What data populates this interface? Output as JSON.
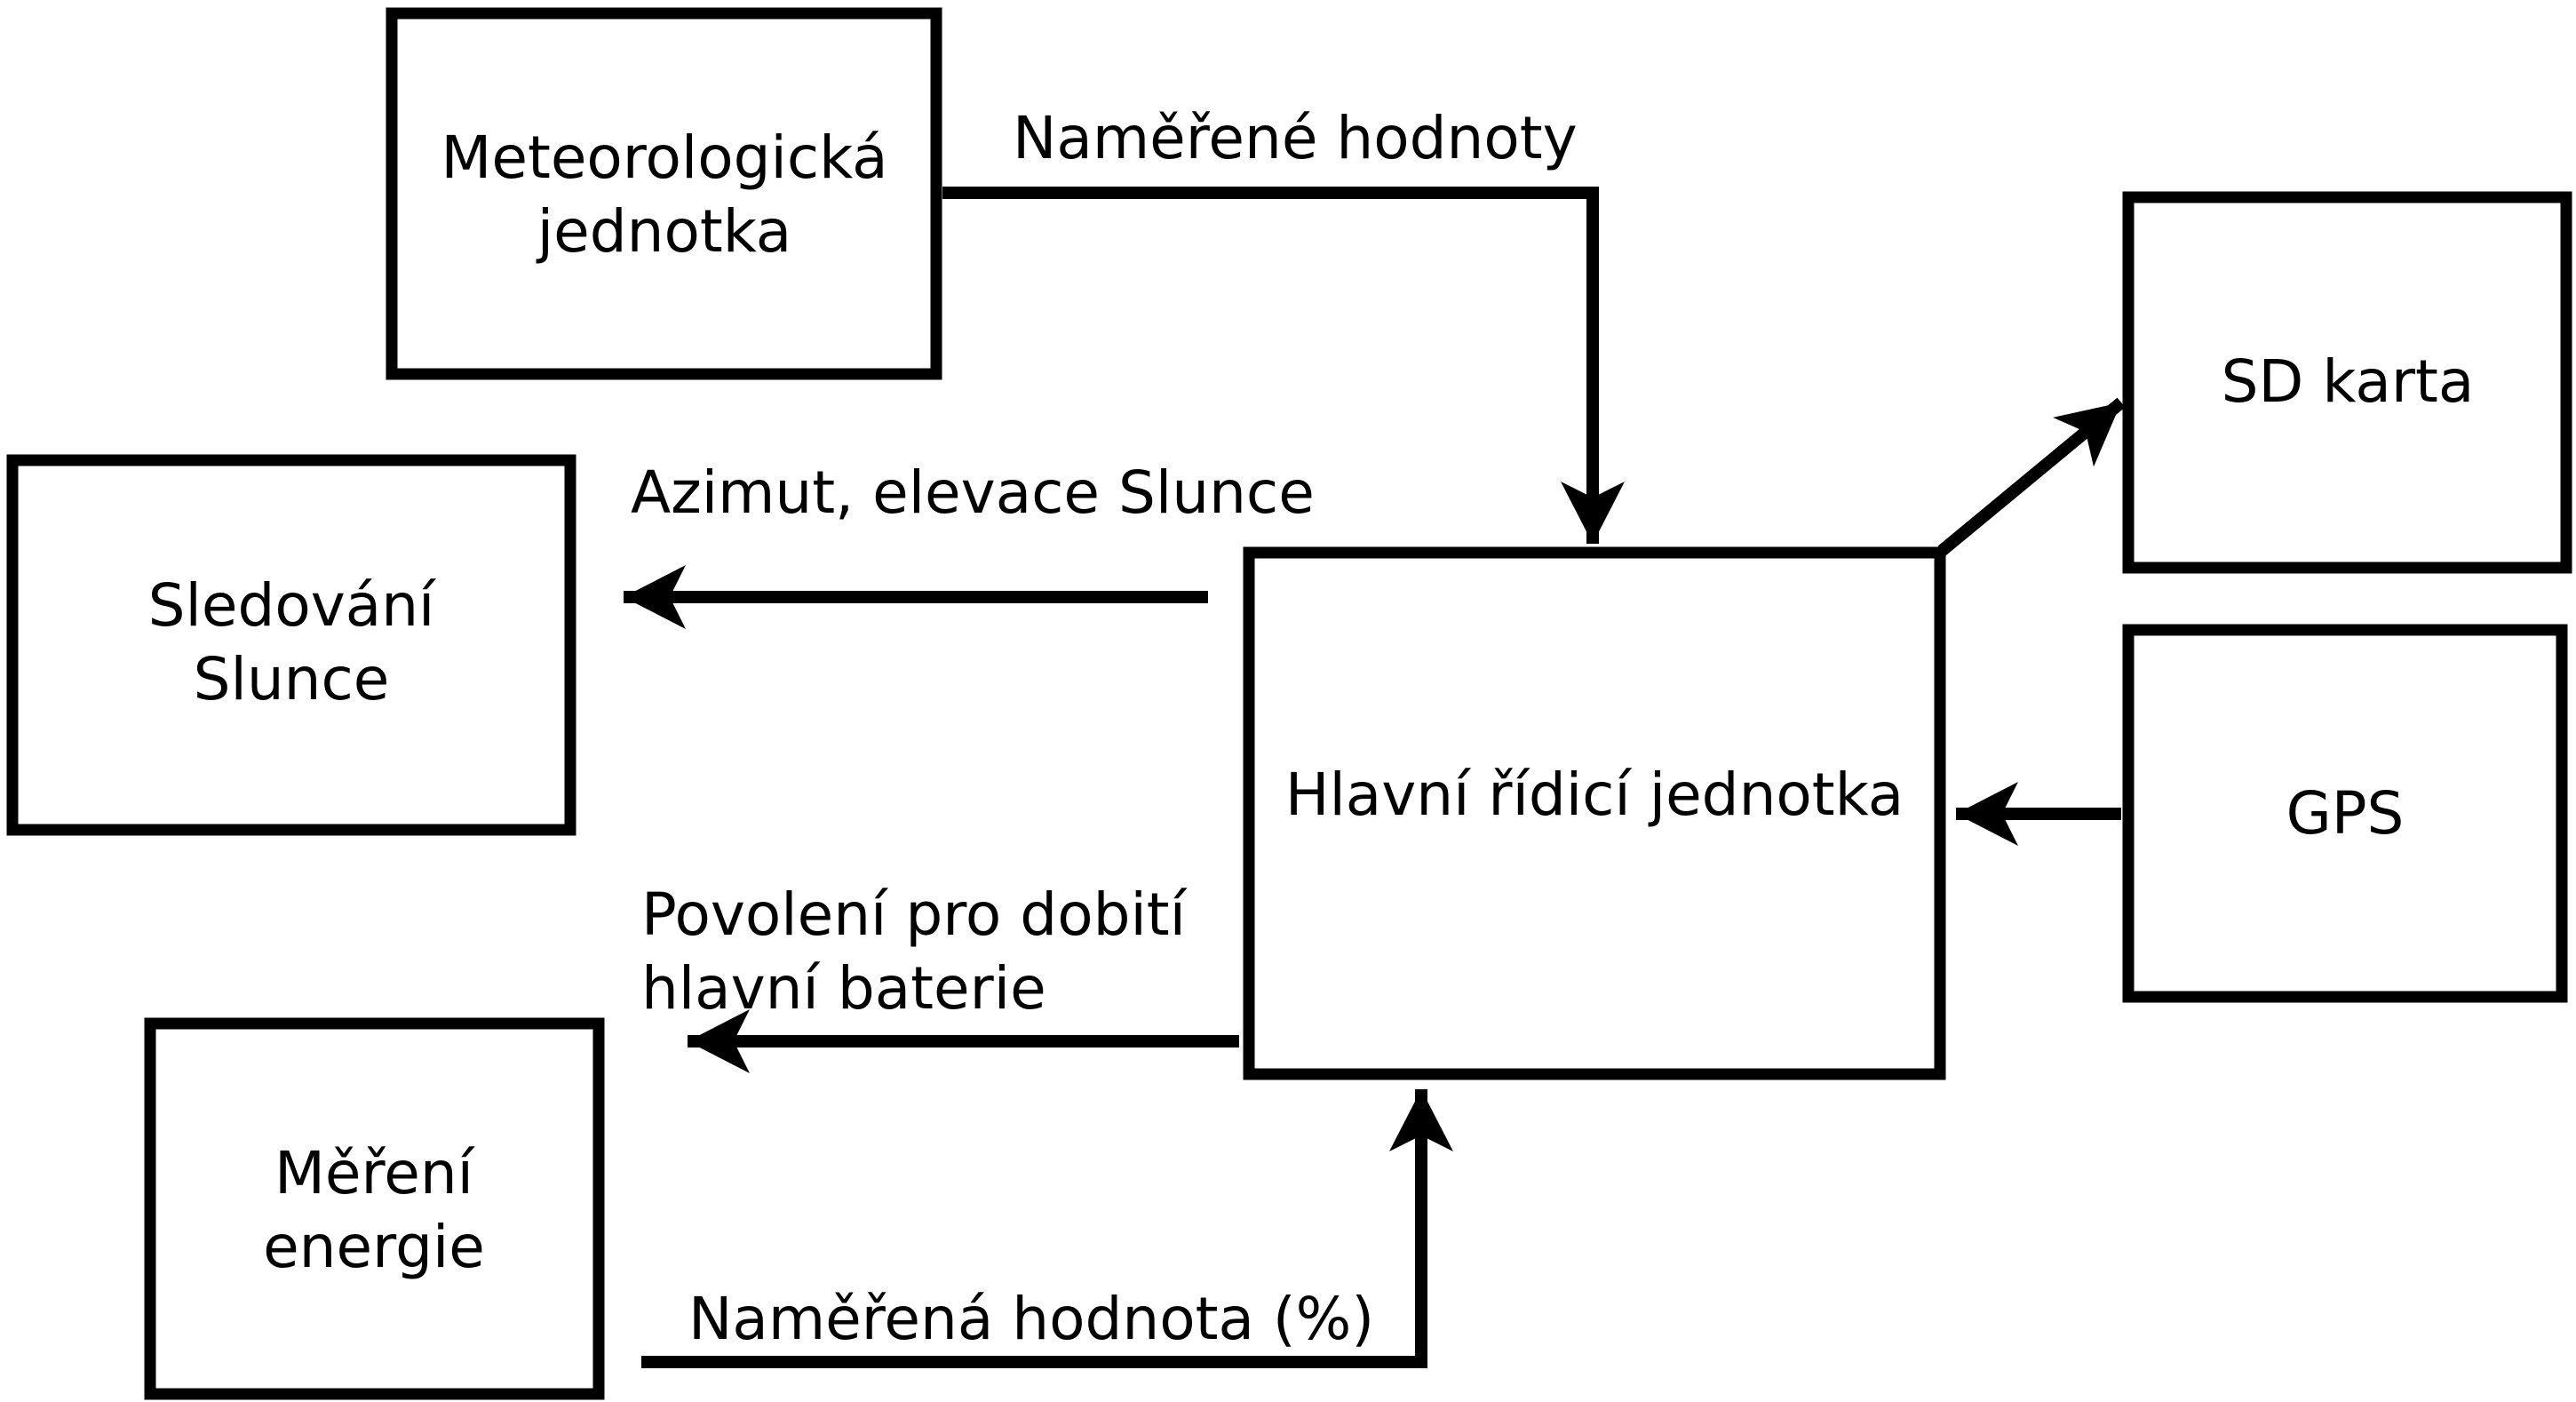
{
  "diagram": {
    "colors": {
      "background": "#ffffff",
      "stroke": "#000000",
      "text": "#000000"
    },
    "boxes": {
      "meteo": {
        "lines": [
          "Meteorologická",
          "jednotka"
        ]
      },
      "sd": {
        "lines": [
          "SD karta"
        ]
      },
      "sled": {
        "lines": [
          "Sledování",
          "Slunce"
        ]
      },
      "hlavni": {
        "lines": [
          "Hlavní řídicí jednotka"
        ]
      },
      "gps": {
        "lines": [
          "GPS"
        ]
      },
      "mereni": {
        "lines": [
          "Měření",
          "energie"
        ]
      }
    },
    "connectors": {
      "namerene_hodnoty": {
        "label": "Naměřené hodnoty",
        "from": "meteo",
        "to": "hlavni"
      },
      "azimut": {
        "label": "Azimut, elevace Slunce",
        "from": "hlavni",
        "to": "sled"
      },
      "sd_zapis": {
        "label": "",
        "from": "hlavni",
        "to": "sd"
      },
      "gps_vstup": {
        "label": "",
        "from": "gps",
        "to": "hlavni"
      },
      "povoleni": {
        "lines": [
          "Povolení pro dobití",
          "hlavní baterie"
        ],
        "from": "hlavni",
        "to": "left"
      },
      "namerena_hodnota": {
        "label": "Naměřená hodnota (%)",
        "from": "mereni",
        "to": "hlavni"
      }
    }
  }
}
